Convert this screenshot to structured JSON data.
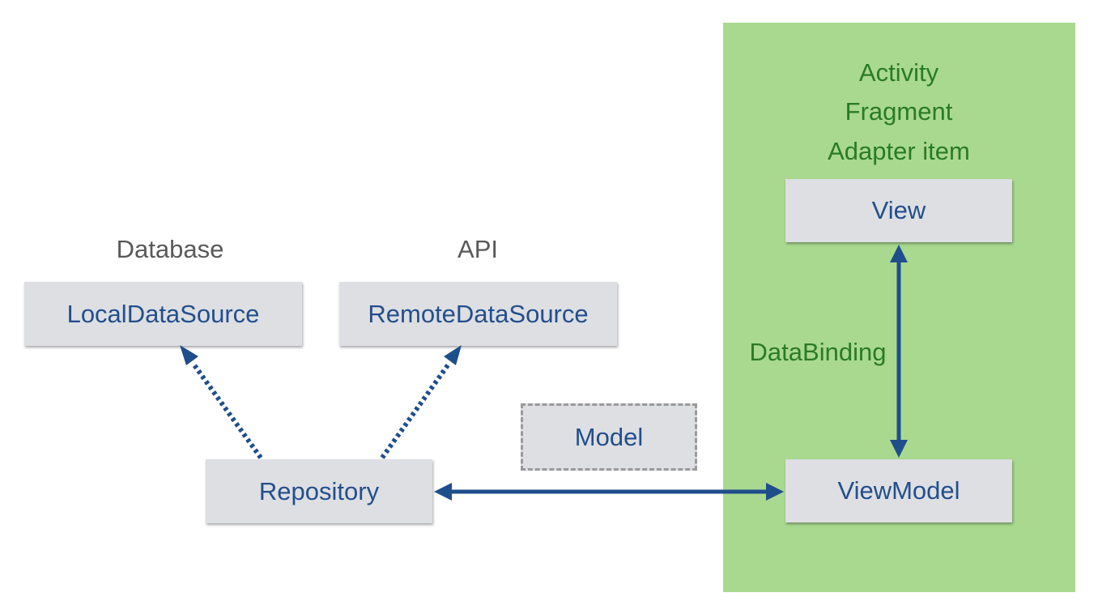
{
  "panel": {
    "lines": [
      "Activity",
      "Fragment",
      "Adapter item"
    ]
  },
  "labels": {
    "database": "Database",
    "api": "API",
    "databinding": "DataBinding"
  },
  "boxes": {
    "local": "LocalDataSource",
    "remote": "RemoteDataSource",
    "repository": "Repository",
    "model": "Model",
    "view": "View",
    "viewmodel": "ViewModel"
  },
  "colors": {
    "panel": "#a9d98f",
    "box": "#dedfe3",
    "box_text": "#234f8c",
    "arrow": "#1f4e8c",
    "panel_text": "#2a7b24",
    "caption_text": "#595959"
  }
}
